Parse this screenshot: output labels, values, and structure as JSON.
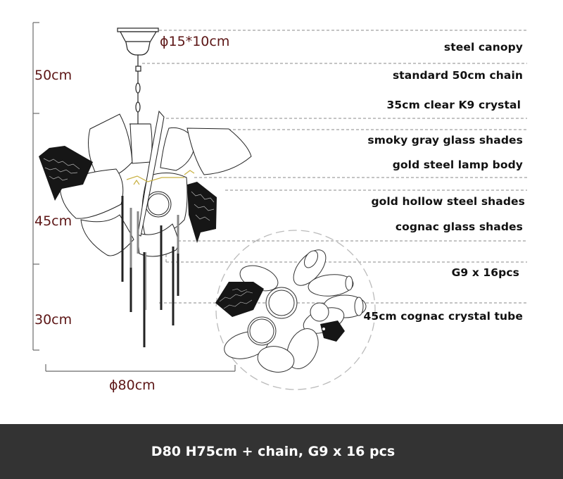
{
  "diagram": {
    "title": "Chandelier dimension diagram",
    "colors": {
      "dimension_text": "#5c1616",
      "part_text": "#111111",
      "footer_bg": "#333333",
      "footer_text": "#ffffff",
      "dash_line": "#8a8a8a"
    },
    "dimensions": {
      "canopy": "ϕ15*10cm",
      "chain_height": "50cm",
      "body_height": "45cm",
      "tube_height": "30cm",
      "diameter": "ϕ80cm"
    },
    "parts": [
      {
        "label": "steel canopy"
      },
      {
        "label": "standard 50cm chain"
      },
      {
        "label": "35cm clear K9 crystal"
      },
      {
        "label": "smoky gray glass shades"
      },
      {
        "label": "gold steel lamp body"
      },
      {
        "label": "gold hollow steel shades"
      },
      {
        "label": "cognac glass shades"
      },
      {
        "label": "G9 x 16pcs"
      },
      {
        "label": "45cm cognac crystal tube"
      }
    ],
    "views": [
      {
        "name": "side-view",
        "description": "chandelier elevation"
      },
      {
        "name": "top-view",
        "description": "chandelier plan inside dashed circle"
      }
    ]
  },
  "footer": {
    "spec": "D80 H75cm + chain, G9 x 16 pcs"
  }
}
